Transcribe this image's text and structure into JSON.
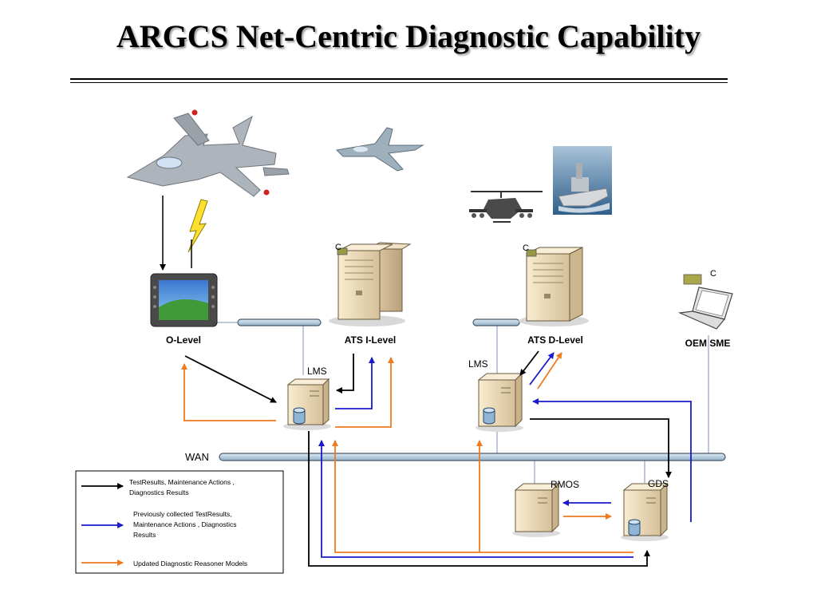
{
  "title": "ARGCS Net-Centric Diagnostic Capability",
  "nodes": {
    "o_level": "O-Level",
    "ats_i_level": "ATS I-Level",
    "ats_d_level": "ATS D-Level",
    "oem_sme": "OEM SME",
    "lms_left": "LMS",
    "lms_right": "LMS",
    "wan": "WAN",
    "rmos": "RMOS",
    "gds": "GDS",
    "c_marker": "C"
  },
  "legend": [
    {
      "color": "#000000",
      "lines": [
        "TestResults, Maintenance Actions ,",
        "Diagnostics Results"
      ]
    },
    {
      "color": "#1a1acc",
      "lines": [
        "Previously collected TestResults,",
        "Maintenance Actions , Diagnostics",
        "Results"
      ]
    },
    {
      "color": "#f07a20",
      "lines": [
        "Updated Diagnostic Reasoner Models"
      ]
    }
  ],
  "colors": {
    "black": "#000000",
    "blue": "#1a1acc",
    "orange": "#f07a20",
    "bus": "#b8d0e0"
  },
  "icons": [
    "fighter-jet-icon",
    "lightning-icon",
    "rugged-tablet-icon",
    "server-tower-icon",
    "laptop-icon",
    "helicopter-icon",
    "ship-icon",
    "database-server-icon"
  ]
}
